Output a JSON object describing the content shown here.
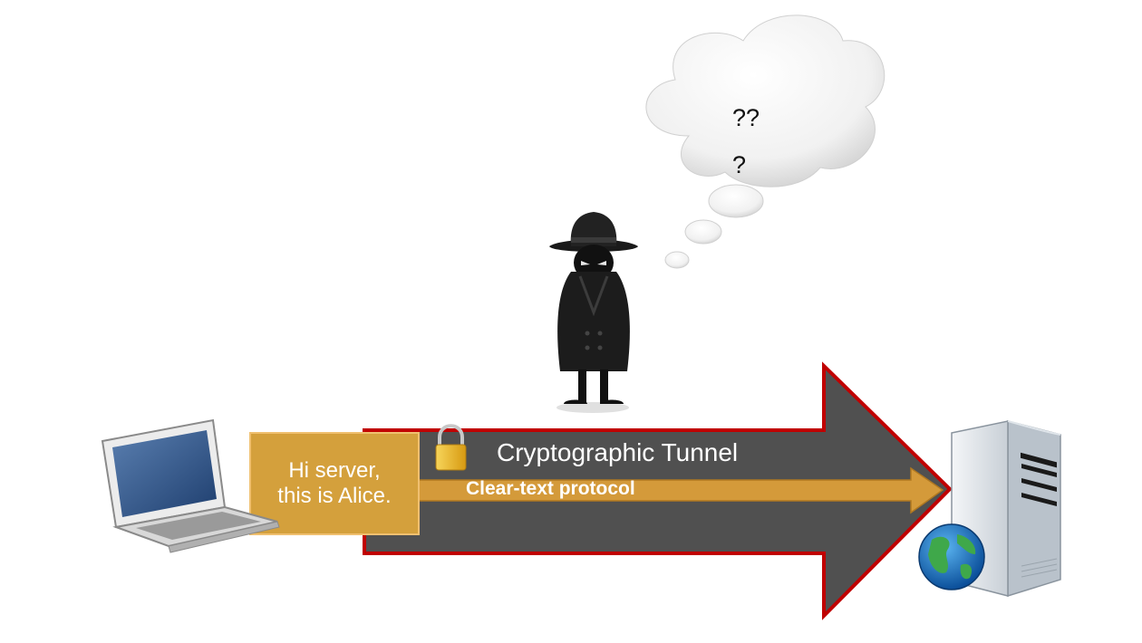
{
  "diagram": {
    "tunnel_label": "Cryptographic Tunnel",
    "protocol_label": "Clear-text protocol",
    "message_lines": [
      "Hi server,",
      "this is Alice."
    ],
    "thought_lines": [
      "??",
      "?"
    ],
    "colors": {
      "tunnel_fill": "#505050",
      "tunnel_border": "#c00000",
      "message_fill": "#d4a03c",
      "message_border": "#f0c070",
      "padlock": "#f2c230"
    },
    "icons": [
      "laptop-icon",
      "spy-icon",
      "thought-cloud-icon",
      "padlock-icon",
      "server-icon",
      "globe-icon"
    ]
  }
}
